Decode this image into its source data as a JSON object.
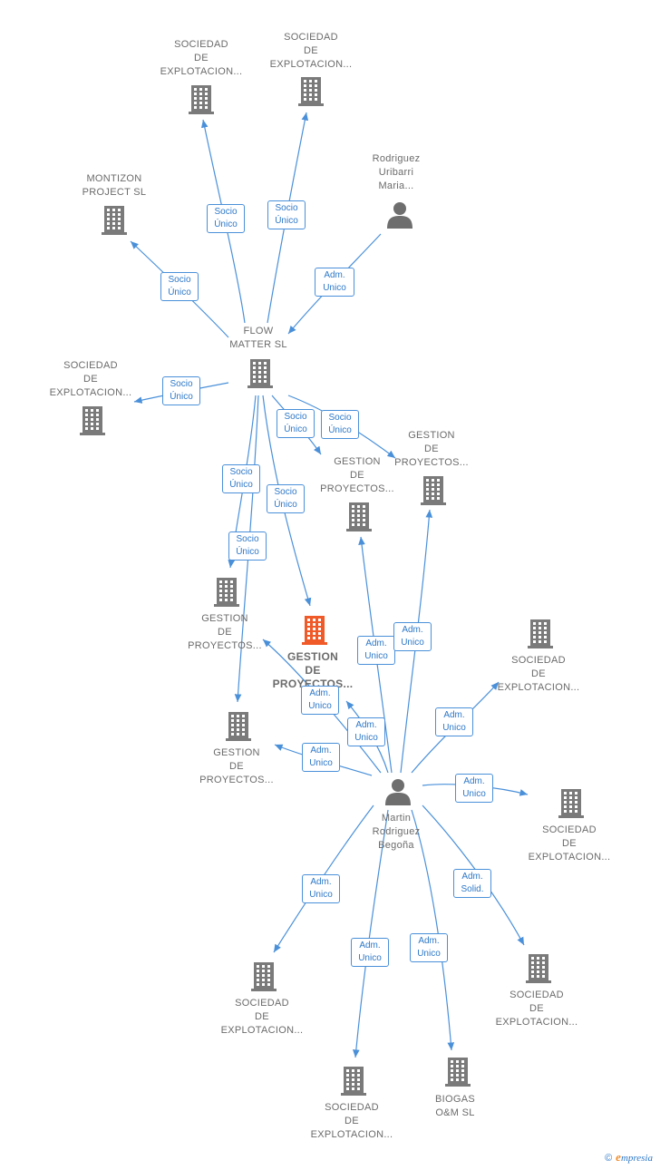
{
  "colors": {
    "edge": "#4a90d9",
    "building": "#7a7a7a",
    "focus": "#f05a28",
    "person": "#6e6e6e"
  },
  "nodes": [
    {
      "id": "n1",
      "label": "SOCIEDAD\nDE\nEXPLOTACION...",
      "icon": "building-icon"
    },
    {
      "id": "n2",
      "label": "SOCIEDAD\nDE\nEXPLOTACION...",
      "icon": "building-icon"
    },
    {
      "id": "n3",
      "label": "MONTIZON\nPROJECT SL",
      "icon": "building-icon"
    },
    {
      "id": "n4",
      "label": "Rodriguez\nUribarri\nMaria...",
      "icon": "person-icon"
    },
    {
      "id": "n5",
      "label": "FLOW\nMATTER SL",
      "icon": "building-icon"
    },
    {
      "id": "n6",
      "label": "SOCIEDAD\nDE\nEXPLOTACION...",
      "icon": "building-icon"
    },
    {
      "id": "n7",
      "label": "GESTION\nDE\nPROYECTOS...",
      "icon": "building-icon"
    },
    {
      "id": "n8",
      "label": "GESTION\nDE\nPROYECTOS...",
      "icon": "building-icon"
    },
    {
      "id": "n9",
      "label": "GESTION\nDE\nPROYECTOS...",
      "icon": "building-icon"
    },
    {
      "id": "n10",
      "label": "GESTION\nDE\nPROYECTOS...",
      "icon": "building-icon-focus"
    },
    {
      "id": "n11",
      "label": "SOCIEDAD\nDE\nEXPLOTACION...",
      "icon": "building-icon"
    },
    {
      "id": "n12",
      "label": "GESTION\nDE\nPROYECTOS...",
      "icon": "building-icon"
    },
    {
      "id": "n13",
      "label": "Martin\nRodriguez\nBegoña",
      "icon": "person-icon"
    },
    {
      "id": "n14",
      "label": "SOCIEDAD\nDE\nEXPLOTACION...",
      "icon": "building-icon"
    },
    {
      "id": "n15",
      "label": "SOCIEDAD\nDE\nEXPLOTACION...",
      "icon": "building-icon"
    },
    {
      "id": "n16",
      "label": "SOCIEDAD\nDE\nEXPLOTACION...",
      "icon": "building-icon"
    },
    {
      "id": "n17",
      "label": "SOCIEDAD\nDE\nEXPLOTACION...",
      "icon": "building-icon"
    },
    {
      "id": "n18",
      "label": "BIOGAS\nO&M SL",
      "icon": "building-icon"
    }
  ],
  "edges": [
    {
      "label": "Socio\nÚnico"
    },
    {
      "label": "Socio\nÚnico"
    },
    {
      "label": "Socio\nÚnico"
    },
    {
      "label": "Adm.\nUnico"
    },
    {
      "label": "Socio\nÚnico"
    },
    {
      "label": "Socio\nÚnico"
    },
    {
      "label": "Socio\nÚnico"
    },
    {
      "label": "Socio\nÚnico"
    },
    {
      "label": "Socio\nÚnico"
    },
    {
      "label": "Socio\nÚnico"
    },
    {
      "label": "Adm.\nUnico"
    },
    {
      "label": "Adm.\nUnico"
    },
    {
      "label": "Adm.\nUnico"
    },
    {
      "label": "Adm.\nUnico"
    },
    {
      "label": "Adm.\nUnico"
    },
    {
      "label": "Adm.\nUnico"
    },
    {
      "label": "Adm.\nUnico"
    },
    {
      "label": "Adm.\nUnico"
    },
    {
      "label": "Adm.\nUnico"
    },
    {
      "label": "Adm.\nUnico"
    },
    {
      "label": "Adm.\nSolid."
    }
  ],
  "footer": {
    "copyright_symbol": "©",
    "brand_initial": "e",
    "brand_rest": "mpresia"
  }
}
